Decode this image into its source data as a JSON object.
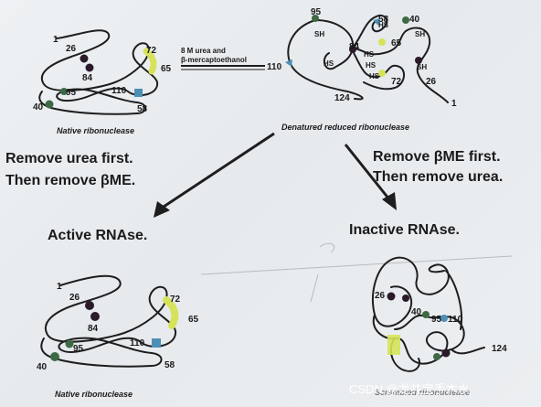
{
  "native_top": {
    "residues": [
      "1",
      "26",
      "84",
      "72",
      "65",
      "95",
      "110",
      "40",
      "58"
    ],
    "caption": "Native ribonuclease"
  },
  "denatured": {
    "residues": [
      "95",
      "58",
      "40",
      "65",
      "84",
      "110",
      "72",
      "26",
      "124",
      "1"
    ],
    "thiol_labels": [
      "HS",
      "HS",
      "HS",
      "HS",
      "HS",
      "SH",
      "SH",
      "SH"
    ],
    "caption": "Denatured reduced ribonuclease",
    "arrow_label_1": "8 M urea and",
    "arrow_label_2": "β-mercaptoethanol"
  },
  "left_path": {
    "line1": "Remove urea first.",
    "line2": "Then remove βME.",
    "result": "Active RNAse."
  },
  "right_path": {
    "line1": "Remove βME first.",
    "line2": "Then remove urea.",
    "result": "Inactive RNAse."
  },
  "native_bottom": {
    "residues": [
      "1",
      "26",
      "84",
      "72",
      "65",
      "95",
      "110",
      "40",
      "58"
    ],
    "caption": "Native ribonuclease"
  },
  "scrambled": {
    "residues": [
      "26",
      "40",
      "95",
      "110",
      "124"
    ],
    "caption": "Scrambled ribonuclease"
  },
  "watermark": "CSDN @龙共宝手木水",
  "colors": {
    "disulfide_dot": "#2a1a2a",
    "yellow_bond": "#d6e35a",
    "green_dot": "#3d6a45",
    "blue_dot": "#4d8fb5"
  }
}
